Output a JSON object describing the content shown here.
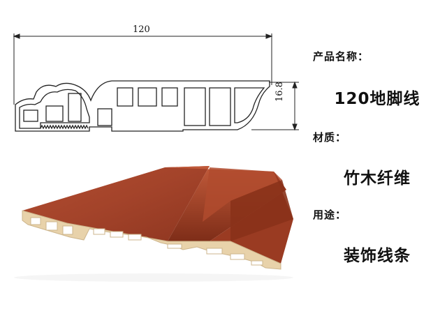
{
  "drawing": {
    "width_dimension": "120",
    "height_dimension": "16.8"
  },
  "specs": [
    {
      "label": "产品名称：",
      "value": "120地脚线"
    },
    {
      "label": "材质：",
      "value": "竹木纤维"
    },
    {
      "label": "用途：",
      "value": "装饰线条"
    }
  ],
  "colors": {
    "wood_top": "#a8452a",
    "wood_dark": "#7e2d18",
    "core": "#e8d2aa",
    "core_shadow": "#cdb58c",
    "outline": "#222222"
  }
}
